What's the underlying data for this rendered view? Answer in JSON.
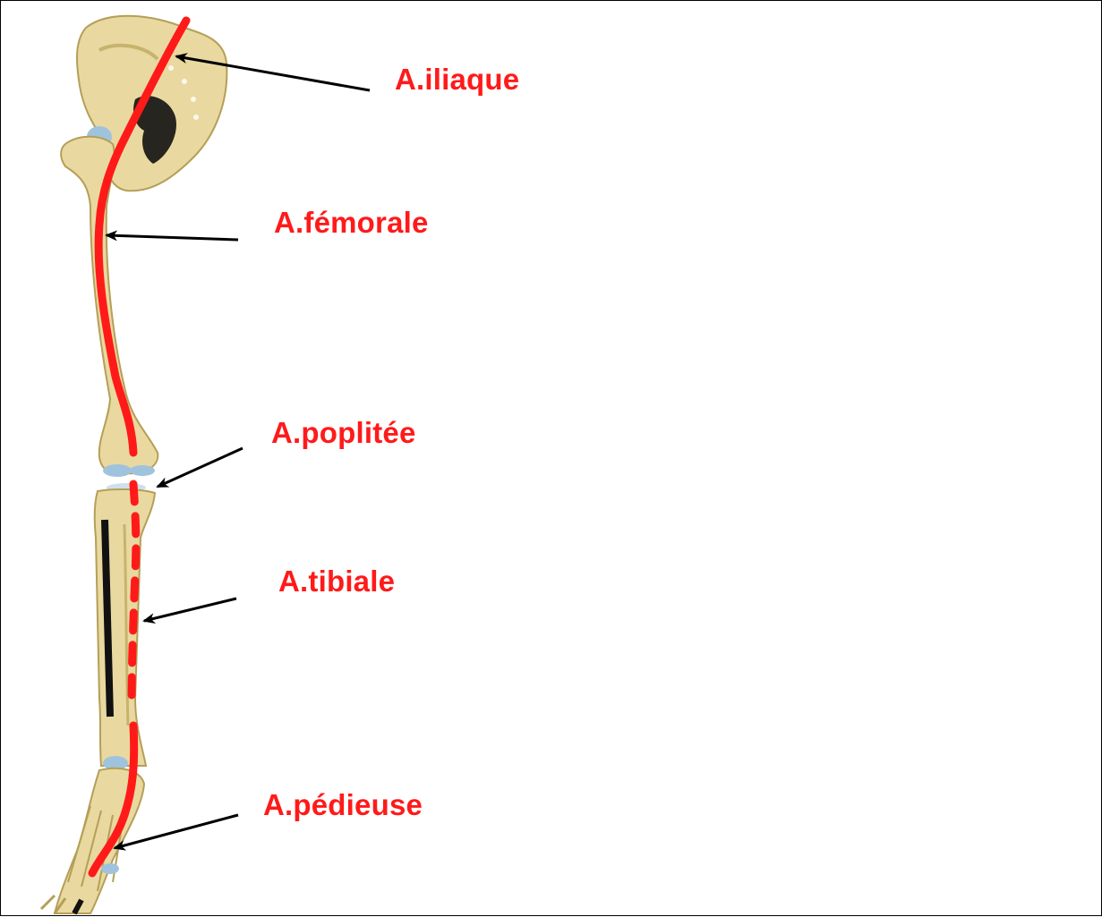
{
  "colors": {
    "label": "#ff1a1a",
    "artery": "#ff1a1a",
    "arrow": "#000000",
    "bone": "#e9d9a0",
    "bone_shade": "#c7b36e",
    "cartilage": "#9fc3dd"
  },
  "labels": {
    "iliaque": "A.iliaque",
    "femorale": "A.fémorale",
    "poplitee": "A.poplitée",
    "tibiale": "A.tibiale",
    "pedieuse": "A.pédieuse"
  }
}
